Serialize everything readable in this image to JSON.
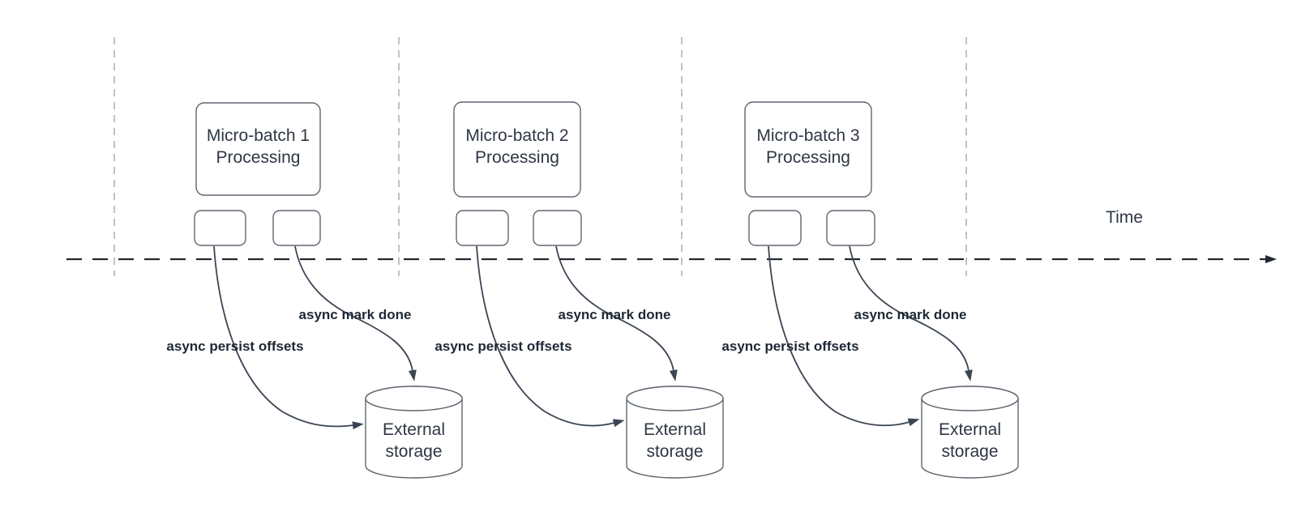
{
  "colors": {
    "background": "#ffffff",
    "shape_border": "#5f6670",
    "arrow": "#3c4554",
    "timeline": "#23272f",
    "guide_line": "#aaadb3",
    "text": "#2e3744",
    "label_bold": "#1e2835"
  },
  "timeline": {
    "label": "Time"
  },
  "groups": [
    {
      "process_line1": "Micro-batch 1",
      "process_line2": "Processing",
      "persist_label": "async persist offsets",
      "done_label": "async mark done",
      "storage_line1": "External",
      "storage_line2": "storage"
    },
    {
      "process_line1": "Micro-batch 2",
      "process_line2": "Processing",
      "persist_label": "async persist offsets",
      "done_label": "async mark done",
      "storage_line1": "External",
      "storage_line2": "storage"
    },
    {
      "process_line1": "Micro-batch 3",
      "process_line2": "Processing",
      "persist_label": "async persist offsets",
      "done_label": "async mark done",
      "storage_line1": "External",
      "storage_line2": "storage"
    }
  ]
}
